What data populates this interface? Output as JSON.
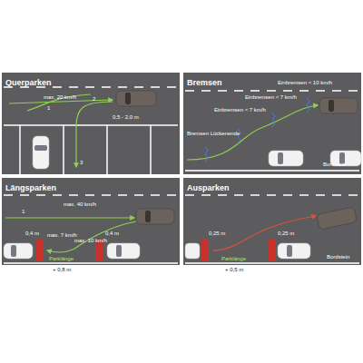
{
  "diagram": {
    "nodes": [
      {
        "text": [
          "Querparken"
        ]
      },
      {
        "text": [
          "Bremsen"
        ]
      },
      {
        "text": [
          "Längsparken"
        ]
      },
      {
        "text": [
          "Ausparken"
        ]
      }
    ],
    "labels": [
      "max. 20 km/h",
      "1",
      "2",
      "3",
      "0,5 - 2,0 m",
      "Einbremsen < 10 km/h",
      "Einbremsen < 7 km/h",
      "Einbremsen < 7 km/h",
      "Bremsen Lückenende",
      "Bordstein",
      "1",
      "max. 40 km/h",
      "0,4 m",
      "0,4 m",
      "max. 7 km/h",
      "max. 10 km/h",
      "Parklänge",
      "+ 0,8 m",
      "0,25 m",
      "0,25 m",
      "Parklänge",
      "+ 0,5 m",
      "Bordstein"
    ]
  }
}
